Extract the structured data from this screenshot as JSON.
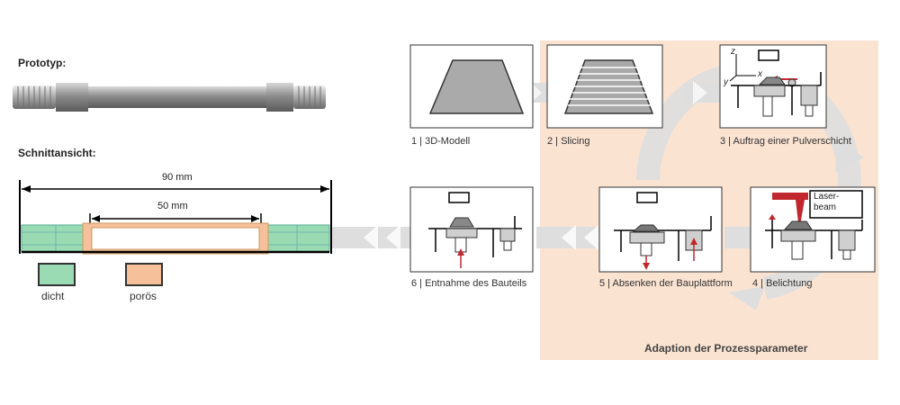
{
  "left": {
    "prototype_label": "Prototyp:",
    "section_label": "Schnittansicht:",
    "dim_outer": "90 mm",
    "dim_inner": "50 mm",
    "legend": [
      {
        "label": "dicht",
        "color": "#9adbb4"
      },
      {
        "label": "porös",
        "color": "#f6c09a"
      }
    ]
  },
  "process": {
    "steps": [
      {
        "label": "1 | 3D-Modell"
      },
      {
        "label": "2 | Slicing"
      },
      {
        "label": "3 | Auftrag einer Pulverschicht"
      },
      {
        "label": "4 | Belichtung"
      },
      {
        "label": "5 | Absenken der Bauplattform"
      },
      {
        "label": "6 | Entnahme des Bauteils"
      }
    ],
    "laser_label_1": "Laser-",
    "laser_label_2": "beam",
    "axis_z": "z",
    "axis_x": "x",
    "axis_y": "y",
    "adaption_label": "Adaption der Prozessparameter"
  },
  "colors": {
    "adaption_bg": "#fbe3d2",
    "flow_arrow": "#dedede",
    "laser": "#c0282d",
    "dense": "#9adbb4",
    "porous": "#f6c09a"
  }
}
